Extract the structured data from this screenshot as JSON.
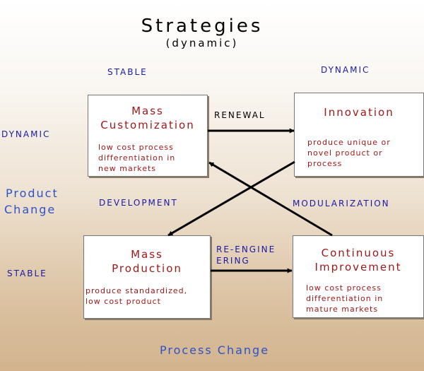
{
  "title": "Strategies",
  "subtitle": "(dynamic)",
  "columns": {
    "left": "STABLE",
    "right": "DYNAMIC"
  },
  "rows": {
    "top": "DYNAMIC",
    "bottom": "STABLE"
  },
  "axes": {
    "product_line1": "Product",
    "product_line2": "Change",
    "process": "Process Change"
  },
  "boxes": {
    "mass_customization": {
      "title_line1": "Mass",
      "title_line2": "Customization",
      "desc": "low cost process\ndifferentiation in\nnew markets"
    },
    "innovation": {
      "title_line1": "Innovation",
      "desc": "produce unique or\nnovel product or\nprocess"
    },
    "mass_production": {
      "title_line1": "Mass",
      "title_line2": "Production",
      "desc": "produce standardized,\nlow cost product"
    },
    "continuous_improvement": {
      "title_line1": "Continuous",
      "title_line2": "Improvement",
      "desc": "low cost process\ndifferentiation in\nmature markets"
    }
  },
  "transitions": {
    "renewal": "RENEWAL",
    "development": "DEVELOPMENT",
    "modularization": "MODULARIZATION",
    "reengineering_line1": "RE-ENGINE",
    "reengineering_line2": "ERING"
  }
}
